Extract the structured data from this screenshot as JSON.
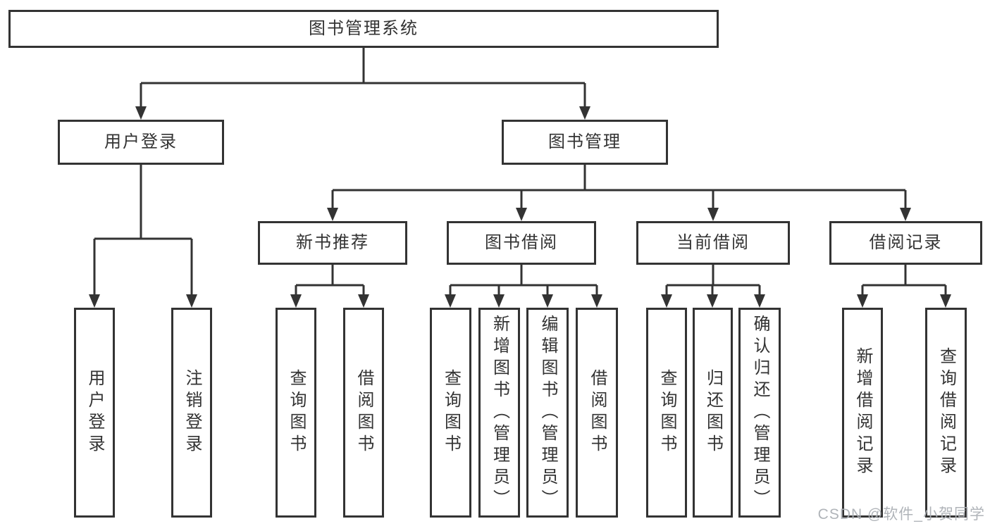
{
  "diagram": {
    "root": {
      "label": "图书管理系统"
    },
    "branches": [
      {
        "label": "用户登录",
        "children": [
          {
            "label": "用户登录"
          },
          {
            "label": "注销登录"
          }
        ]
      },
      {
        "label": "图书管理",
        "children": [
          {
            "label": "新书推荐",
            "children": [
              {
                "label": "查询图书"
              },
              {
                "label": "借阅图书"
              }
            ]
          },
          {
            "label": "图书借阅",
            "children": [
              {
                "label": "查询图书"
              },
              {
                "label": "新增图书（管理员）"
              },
              {
                "label": "编辑图书（管理员）"
              },
              {
                "label": "借阅图书"
              }
            ]
          },
          {
            "label": "当前借阅",
            "children": [
              {
                "label": "查询图书"
              },
              {
                "label": "归还图书"
              },
              {
                "label": "确认归还（管理员）"
              }
            ]
          },
          {
            "label": "借阅记录",
            "children": [
              {
                "label": "新增借阅记录"
              },
              {
                "label": "查询借阅记录"
              }
            ]
          }
        ]
      }
    ]
  },
  "watermark": {
    "text": "CSDN @软件_小贺同学"
  },
  "colors": {
    "line": "#333333",
    "box_border": "#333333",
    "box_fill": "#ffffff",
    "text": "#333333",
    "watermark": "#acb0b5",
    "background": "#ffffff"
  }
}
